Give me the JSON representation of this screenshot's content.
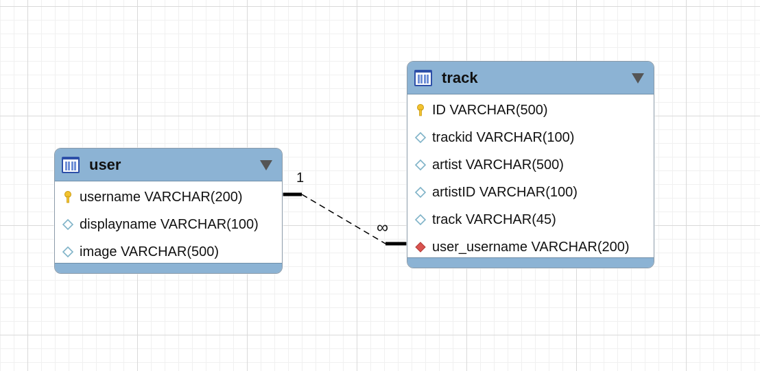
{
  "entities": {
    "user": {
      "title": "user",
      "columns": [
        {
          "label": "username VARCHAR(200)",
          "kind": "primary-key"
        },
        {
          "label": "displayname VARCHAR(100)",
          "kind": "column"
        },
        {
          "label": "image VARCHAR(500)",
          "kind": "column"
        }
      ]
    },
    "track": {
      "title": "track",
      "columns": [
        {
          "label": "ID VARCHAR(500)",
          "kind": "primary-key"
        },
        {
          "label": "trackid VARCHAR(100)",
          "kind": "column"
        },
        {
          "label": "artist VARCHAR(500)",
          "kind": "column"
        },
        {
          "label": "artistID VARCHAR(100)",
          "kind": "column"
        },
        {
          "label": "track VARCHAR(45)",
          "kind": "column"
        },
        {
          "label": "user_username VARCHAR(200)",
          "kind": "foreign-key"
        }
      ]
    }
  },
  "relationship": {
    "from_cardinality": "1",
    "to_cardinality": "∞",
    "style": "dashed"
  },
  "colors": {
    "header": "#8cb3d4",
    "key_icon": "#f2c230",
    "fk_icon": "#d9534f",
    "column_icon": "#7fb3c8"
  }
}
